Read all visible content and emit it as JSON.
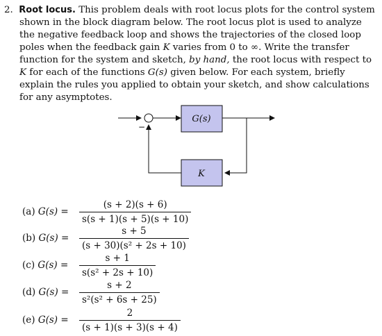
{
  "problem": {
    "number": "2.",
    "title": "Root locus.",
    "intro_1": "This problem deals with root locus plots for the control system shown in the block diagram below. The root locus plot is used to analyze the negative feedback loop and shows the trajectories of the closed loop poles when the feedback gain",
    "gain_symbol": "K",
    "intro_2": "varies from 0 to ∞. Write the transfer function for the system and sketch,",
    "emph": "by hand,",
    "intro_3": "the root locus with respect to",
    "intro_4": "for each of the functions",
    "gs_symbol": "G(s)",
    "intro_5": "given below. For each system, briefly explain the rules you applied to obtain your sketch, and show calculations for any asymptotes."
  },
  "diagram": {
    "forward_block": "G(s)",
    "feedback_block": "K",
    "junction_sign": "−"
  },
  "equations": [
    {
      "label": "(a)",
      "lhs": "G(s) =",
      "numerator": "(s + 2)(s + 6)",
      "denominator": "s(s + 1)(s + 5)(s + 10)"
    },
    {
      "label": "(b)",
      "lhs": "G(s) =",
      "numerator": "s + 5",
      "denominator": "(s + 30)(s² + 2s + 10)"
    },
    {
      "label": "(c)",
      "lhs": "G(s) =",
      "numerator": "s + 1",
      "denominator": "s(s² + 2s + 10)"
    },
    {
      "label": "(d)",
      "lhs": "G(s) =",
      "numerator": "s + 2",
      "denominator": "s²(s² + 6s + 25)"
    },
    {
      "label": "(e)",
      "lhs": "G(s) =",
      "numerator": "2",
      "denominator": "(s + 1)(s + 3)(s + 4)"
    }
  ]
}
